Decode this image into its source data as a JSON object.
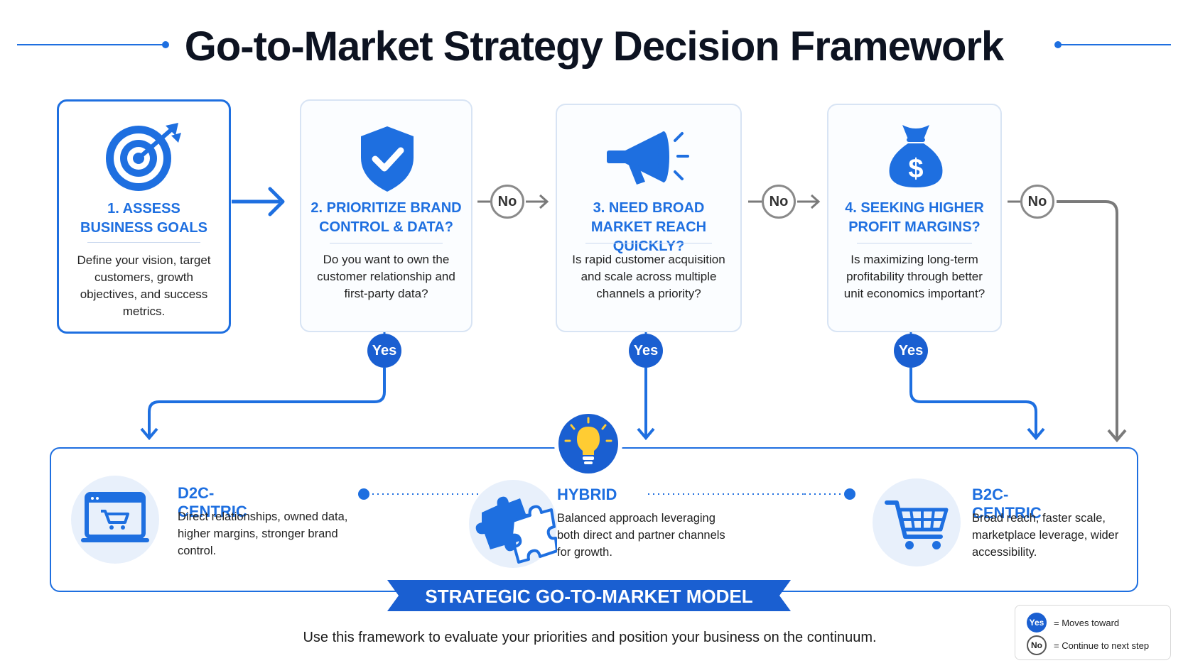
{
  "title": "Go-to-Market Strategy Decision Framework",
  "steps": [
    {
      "title": "1. ASSESS BUSINESS GOALS",
      "desc": "Define your vision, target customers, growth objectives, and success metrics.",
      "icon": "target-icon"
    },
    {
      "title": "2. PRIORITIZE BRAND CONTROL & DATA?",
      "desc": "Do you want to own the customer relationship and first-party data?",
      "icon": "shield-check-icon"
    },
    {
      "title": "3. NEED BROAD MARKET REACH QUICKLY?",
      "desc": "Is rapid customer acquisition and scale across multiple channels a priority?",
      "icon": "megaphone-icon"
    },
    {
      "title": "4. SEEKING HIGHER PROFIT MARGINS?",
      "desc": "Is maximizing long-term profitability through better unit economics important?",
      "icon": "money-bag-icon"
    }
  ],
  "badges": {
    "yes": "Yes",
    "no": "No"
  },
  "models": [
    {
      "title": "D2C-CENTRIC",
      "desc": "Direct relationships, owned data, higher margins, stronger brand control.",
      "icon": "laptop-cart-icon"
    },
    {
      "title": "HYBRID",
      "desc": "Balanced approach leveraging both direct and partner channels for growth.",
      "icon": "puzzle-icon"
    },
    {
      "title": "B2C-CENTRIC",
      "desc": "Broad reach, faster scale, marketplace leverage, wider accessibility.",
      "icon": "shopping-cart-icon"
    }
  ],
  "banner": "STRATEGIC GO-TO-MARKET MODEL",
  "footnote": "Use this framework to evaluate your priorities and position your business on the continuum.",
  "legend": {
    "yes_badge": "Yes",
    "yes_text": "= Moves toward",
    "no_badge": "No",
    "no_text": "= Continue to next step"
  },
  "colors": {
    "accent": "#1e6fe0",
    "accent_dark": "#1a5fd1",
    "arrow_gray": "#7a7a7a",
    "card_border": "#d8e4f4",
    "icon_bg": "#e8f0fb"
  }
}
